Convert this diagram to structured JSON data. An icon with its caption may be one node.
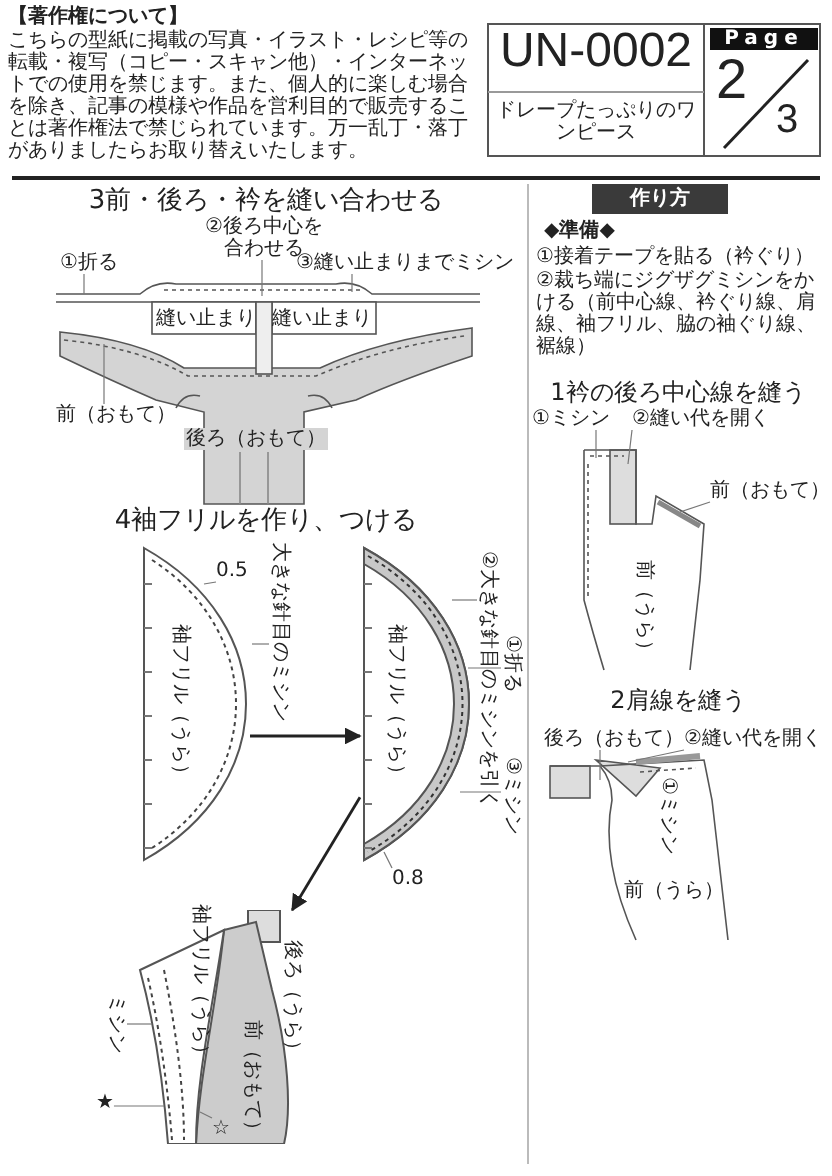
{
  "diagram": {
    "nodes": [
      {
        "text": [
          "①折る"
        ]
      },
      {
        "text": [
          "②後ろ中心を合わせる"
        ]
      },
      {
        "text": [
          "③縫い止まりまでミシン"
        ]
      },
      {
        "text": [
          "前（おもて）"
        ],
        "in": 23
      },
      {
        "text": [],
        "shape": "picture"
      },
      {
        "text": [
          "0.5"
        ]
      },
      {
        "text": [
          "大きな針目のミシン"
        ]
      },
      {
        "text": [],
        "shape": "picture"
      },
      {
        "text": [
          "②大きな針目のミシンを引く"
        ]
      },
      {
        "text": [
          "①折る"
        ]
      },
      {
        "text": [
          "③ミシン"
        ]
      },
      {
        "text": [
          "0.8"
        ]
      },
      {
        "text": [],
        "shape": "picture"
      },
      {
        "text": [
          "ミシン"
        ]
      },
      {
        "text": [
          "★"
        ]
      },
      {
        "text": [
          "☆"
        ],
        "in": 12
      },
      {
        "text": [
          "作り方"
        ]
      },
      {
        "text": [
          "①ミシン"
        ]
      },
      {
        "text": [
          "②縫い代を開く"
        ]
      },
      {
        "text": [
          "前（おもて）"
        ]
      },
      {
        "text": [
          "後ろ（おもて）"
        ]
      },
      {
        "text": [
          "②縫い代を開く"
        ]
      },
      {
        "text": [
          "①ミシン"
        ],
        "in": 25
      },
      {
        "text": [],
        "shape": "picture"
      },
      {
        "text": [],
        "shape": "picture"
      },
      {
        "text": [],
        "shape": "picture"
      }
    ],
    "edges": [
      {
        "from": 0,
        "to": 23,
        "arrow": "none"
      },
      {
        "from": 1,
        "to": 23,
        "arrow": "none"
      },
      {
        "from": 2,
        "to": 23,
        "arrow": "none"
      },
      {
        "from": 3,
        "to": 23,
        "arrow": "none"
      },
      {
        "from": 4,
        "to": 7,
        "arrow": "to"
      },
      {
        "from": 5,
        "to": 4,
        "arrow": "none"
      },
      {
        "from": 6,
        "to": 4,
        "arrow": "none"
      },
      {
        "from": 7,
        "to": 12,
        "arrow": "to"
      },
      {
        "from": 8,
        "to": 7,
        "arrow": "none"
      },
      {
        "from": 9,
        "to": 7,
        "arrow": "none"
      },
      {
        "from": 10,
        "to": 7,
        "arrow": "none"
      },
      {
        "from": 11,
        "to": 7,
        "arrow": "none"
      },
      {
        "from": 13,
        "to": 12,
        "arrow": "none"
      },
      {
        "from": 14,
        "to": 12,
        "arrow": "none"
      },
      {
        "from": 15,
        "to": 12,
        "arrow": "none"
      },
      {
        "from": 17,
        "to": 24,
        "arrow": "none"
      },
      {
        "from": 18,
        "to": 24,
        "arrow": "none"
      },
      {
        "from": 19,
        "to": 24,
        "arrow": "none"
      },
      {
        "from": 20,
        "to": 25,
        "arrow": "none"
      },
      {
        "from": 21,
        "to": 25,
        "arrow": "none"
      },
      {
        "from": 22,
        "to": 25,
        "arrow": "none"
      }
    ],
    "labels": [
      "【著作権について】",
      "こちらの型紙に掲載の写真・イラスト・レシピ等の転載・複写（コピー・スキャン他）・インターネットでの使用を禁じます。また、個人的に楽しむ場合を除き、記事の模様や作品を営利目的で販売することは著作権法で禁じられています。万一乱丁・落丁がありましたらお取り替えいたします。",
      "UN-0002",
      "ドレープたっぷりのワンピース",
      "Page",
      "2",
      "3",
      "3前・後ろ・衿を縫い合わせる",
      "縫い止まり",
      "縫い止まり",
      "後ろ（おもて）",
      "4袖フリルを作り、つける",
      "袖フリル（うら）",
      "袖フリル（うら）",
      "袖フリル（うら）",
      "後ろ（うら）",
      "前（おもて）",
      "◆準備◆",
      "①接着テープを貼る（衿ぐり）",
      "②裁ち端にジグザグミシンをかける（前中心線、衿ぐり線、肩線、袖フリル、脇の袖ぐり線、裾線）",
      "1衿の後ろ中心線を縫う",
      "前（うら）",
      "2肩線を縫う",
      "前（うら）"
    ]
  }
}
